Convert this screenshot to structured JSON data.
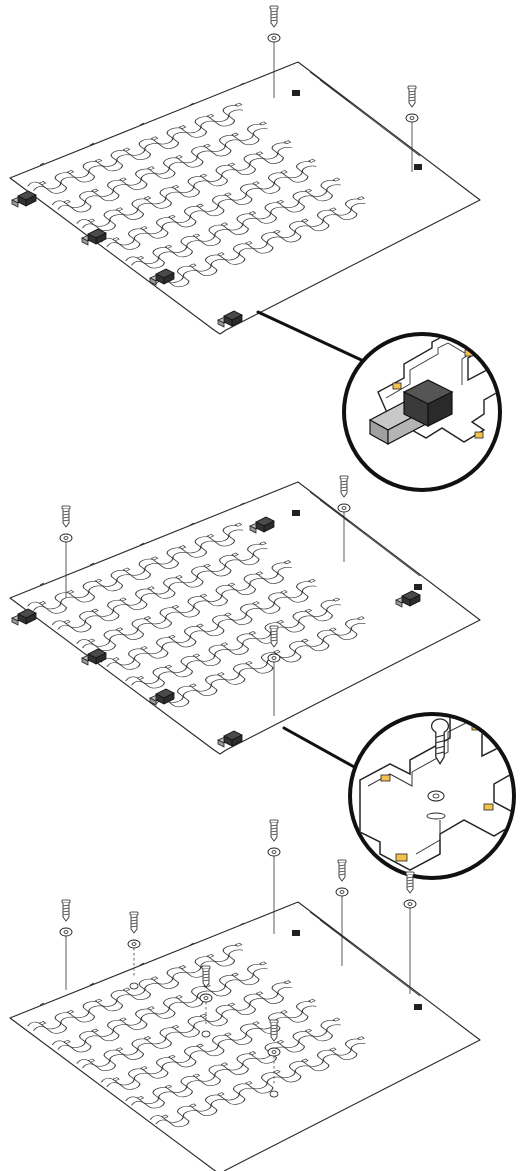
{
  "colors": {
    "line": "#222222",
    "connector_dark": "#2c2c2c",
    "connector_light": "#bdbdbd",
    "led_accent": "#f2c14e",
    "background": "#ffffff"
  },
  "steps": [
    {
      "id": "step-1",
      "connectors": 4,
      "screws": 2,
      "detail": "connector-clip-detail"
    },
    {
      "id": "step-2",
      "connectors": 6,
      "screws": 3,
      "detail": "screw-mount-detail"
    },
    {
      "id": "step-3",
      "connectors": 0,
      "screws": 7,
      "detail": ""
    }
  ]
}
